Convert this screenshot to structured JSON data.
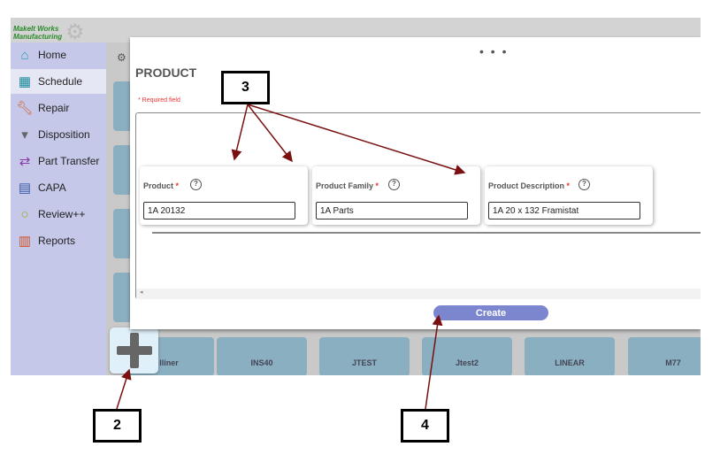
{
  "app": {
    "logo_line1": "MakeIt Works",
    "logo_line2": "Manufacturing"
  },
  "sidebar": {
    "items": [
      {
        "label": "Home",
        "icon": "home-icon"
      },
      {
        "label": "Schedule",
        "icon": "calendar-icon",
        "active": true
      },
      {
        "label": "Repair",
        "icon": "wrench-icon"
      },
      {
        "label": "Disposition",
        "icon": "bin-icon"
      },
      {
        "label": "Part Transfer",
        "icon": "transfer-arrows-icon"
      },
      {
        "label": "CAPA",
        "icon": "clipboard-icon"
      },
      {
        "label": "Review++",
        "icon": "magnifier-icon"
      },
      {
        "label": "Reports",
        "icon": "bar-chart-icon"
      }
    ]
  },
  "modal": {
    "menu": "• • •",
    "title": "PRODUCT",
    "required_note": "* Required field",
    "fields": [
      {
        "label": "Product",
        "value": "1A 20132"
      },
      {
        "label": "Product Family",
        "value": "1A Parts"
      },
      {
        "label": "Product Description",
        "value": "1A 20 x 132 Framistat"
      }
    ],
    "required_mark": "*",
    "help": "?",
    "create_label": "Create"
  },
  "bottom_tiles": [
    "lliner",
    "INS40",
    "JTEST",
    "Jtest2",
    "LINEAR",
    "M77"
  ],
  "callouts": {
    "c2": "2",
    "c3": "3",
    "c4": "4"
  },
  "colors": {
    "sidebar": "#c5c8e8",
    "tile": "#8aafc0",
    "create": "#7b86cf",
    "arrow": "#7a1010",
    "required": "#ee3333"
  }
}
